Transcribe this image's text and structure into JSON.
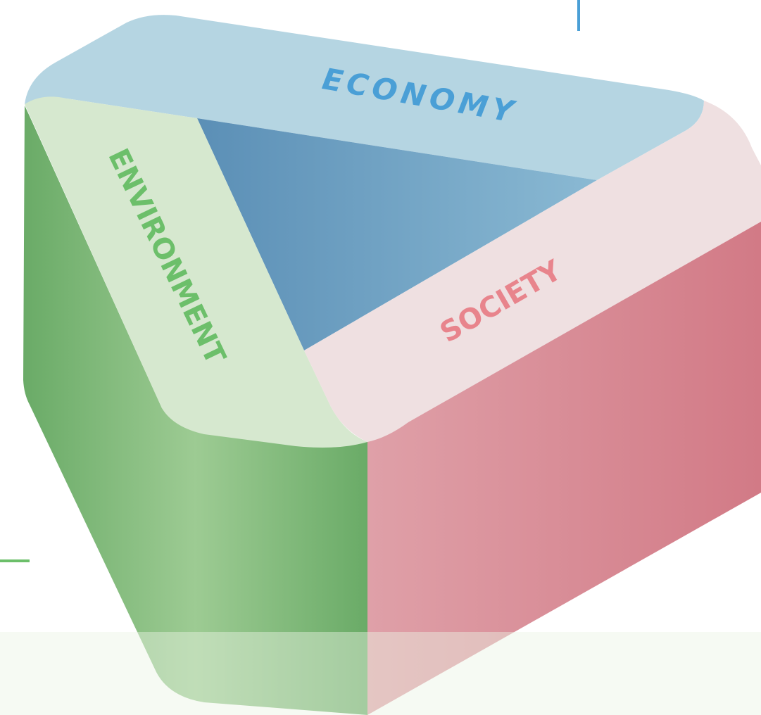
{
  "diagram": {
    "labels": {
      "economy": "ECONOMY",
      "environment": "ENVIRONMENT",
      "society": "SOCIETY"
    },
    "colors": {
      "economy_label": "#4a9fd6",
      "economy_band": "#b5d5e2",
      "economy_face_dark": "#5b8fb6",
      "economy_face_light": "#8ab9d3",
      "environment_label": "#6cbf6a",
      "environment_band": "#d6e8cf",
      "environment_side_dark": "#6aab67",
      "environment_side_light": "#9dcb93",
      "society_label": "#e8848c",
      "society_band": "#efe0e1",
      "society_side_dark": "#d27a86",
      "society_side_light": "#dfa0a8",
      "bottom_strip": "#eaf3e4"
    }
  }
}
